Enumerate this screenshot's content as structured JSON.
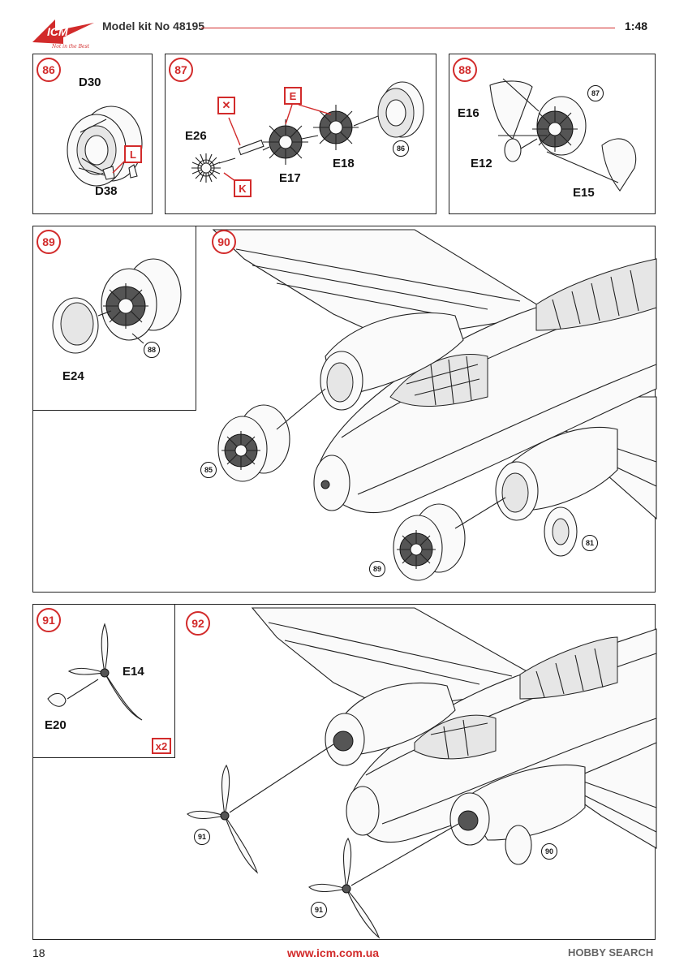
{
  "header": {
    "logo_text": "ICM",
    "logo_tagline": "Not in the Best",
    "kit_title": "Model kit No 48195",
    "scale": "1:48"
  },
  "steps": [
    {
      "number": "86",
      "parts": [
        "D30",
        "D38"
      ],
      "glue_tag": "L"
    },
    {
      "number": "87",
      "parts": [
        "E26",
        "E17",
        "E18"
      ],
      "tags": [
        "E",
        "K"
      ],
      "ref": "86"
    },
    {
      "number": "88",
      "parts": [
        "E16",
        "E12",
        "E15"
      ],
      "ref": "87"
    },
    {
      "number": "89",
      "parts": [
        "E24"
      ],
      "ref": "88"
    },
    {
      "number": "90",
      "refs": [
        "85",
        "89",
        "81"
      ]
    },
    {
      "number": "91",
      "parts": [
        "E14",
        "E20"
      ],
      "quantity": "x2"
    },
    {
      "number": "92",
      "refs": [
        "91",
        "91",
        "90"
      ]
    }
  ],
  "footer": {
    "page_number": "18",
    "url": "www.icm.com.ua",
    "watermark": "HOBBY SEARCH"
  },
  "colors": {
    "accent": "#d22b2b",
    "line": "#222222"
  }
}
